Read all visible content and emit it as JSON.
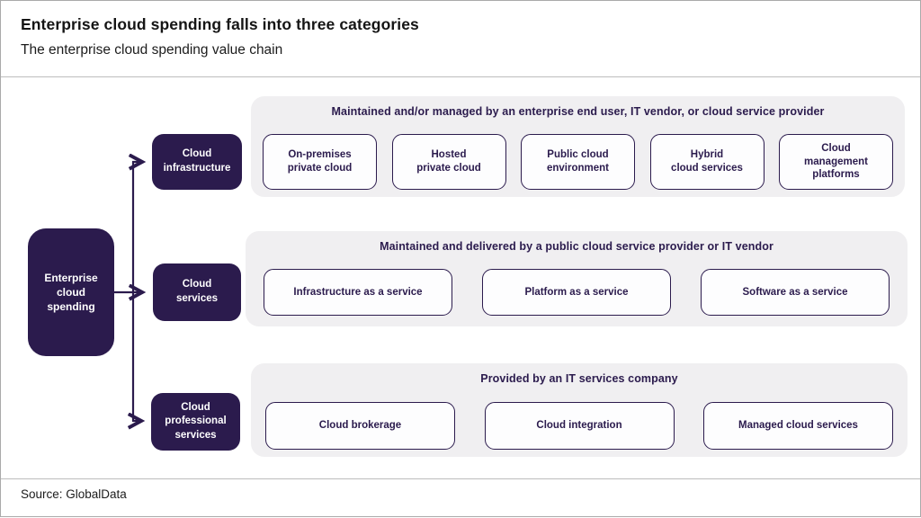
{
  "header": {
    "title": "Enterprise cloud spending falls into three categories",
    "subtitle": "The enterprise cloud spending value chain"
  },
  "root": {
    "label": "Enterprise\ncloud\nspending"
  },
  "categories": [
    {
      "label": "Cloud\ninfrastructure",
      "panel_header": "Maintained and/or managed by an enterprise end user, IT vendor, or cloud service provider",
      "items": [
        "On-premises\nprivate cloud",
        "Hosted\nprivate cloud",
        "Public cloud\nenvironment",
        "Hybrid\ncloud services",
        "Cloud\nmanagement\nplatforms"
      ]
    },
    {
      "label": "Cloud\nservices",
      "panel_header": "Maintained and delivered by a public cloud service provider or IT vendor",
      "items": [
        "Infrastructure as a service",
        "Platform as a service",
        "Software as a service"
      ]
    },
    {
      "label": "Cloud\nprofessional\nservices",
      "panel_header": "Provided by an IT services company",
      "items": [
        "Cloud brokerage",
        "Cloud integration",
        "Managed cloud services"
      ]
    }
  ],
  "footer": {
    "source": "Source: GlobalData"
  },
  "colors": {
    "primary_purple": "#2b1b4d",
    "panel_gray": "#f0eff1",
    "box_fill": "#fdfdfe",
    "frame_border": "#aaaaaa"
  }
}
